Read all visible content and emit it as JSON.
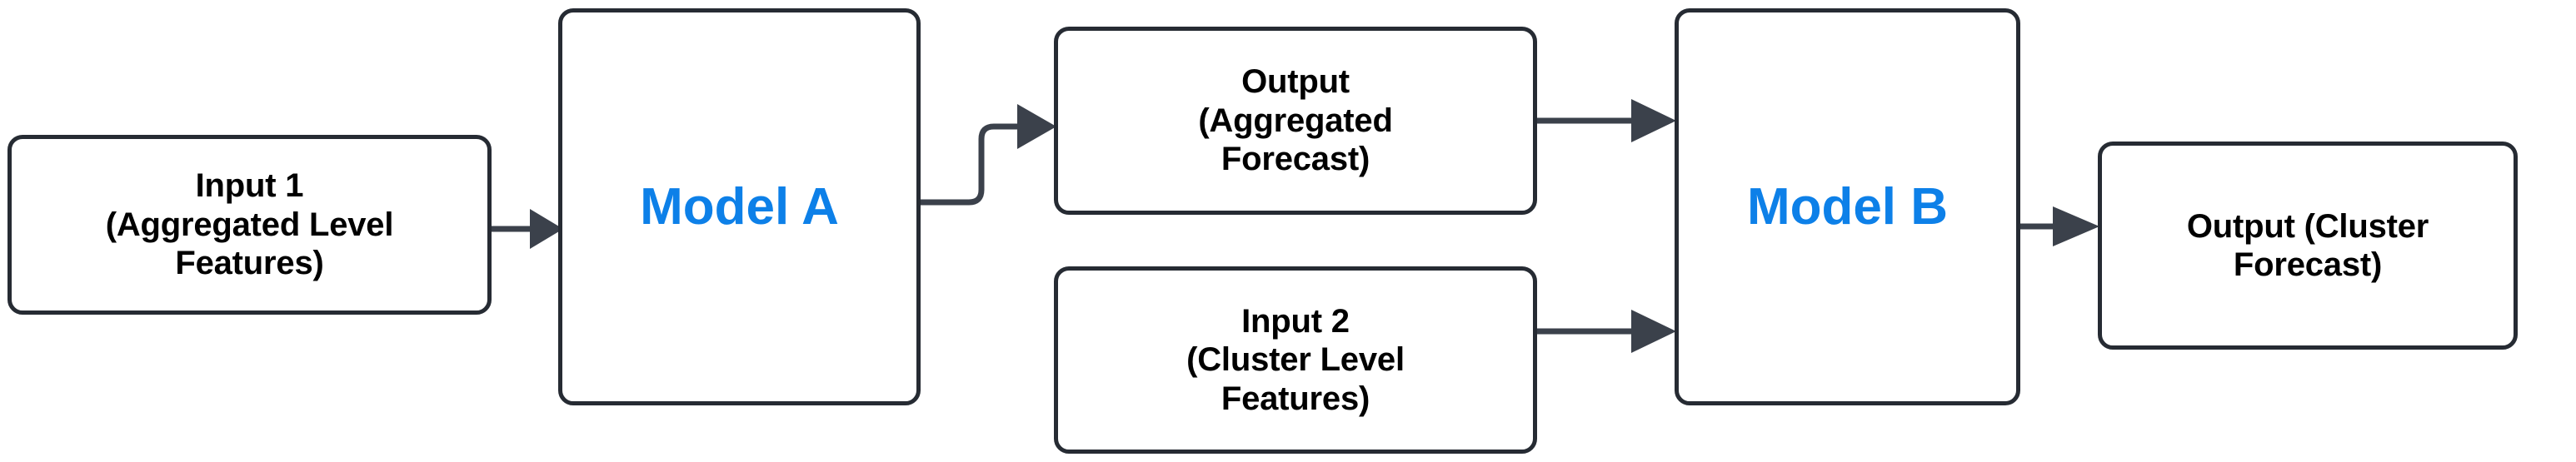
{
  "diagram": {
    "title": "Two-stage hierarchical forecasting model flow",
    "background_color": "#ffffff",
    "border_color": "#262b33",
    "edge_color": "#3b414b",
    "model_text_color": "#0d80e8",
    "io_text_color": "#000000"
  },
  "nodes": [
    {
      "id": "input-1",
      "kind": "io",
      "label": "Input 1\n(Aggregated Level\nFeatures)"
    },
    {
      "id": "model-a",
      "kind": "model",
      "label": "Model A"
    },
    {
      "id": "output-aggregated",
      "kind": "io",
      "label": "Output\n(Aggregated\nForecast)"
    },
    {
      "id": "input-2",
      "kind": "io",
      "label": "Input 2\n(Cluster Level\nFeatures)"
    },
    {
      "id": "model-b",
      "kind": "model",
      "label": "Model B"
    },
    {
      "id": "output-cluster",
      "kind": "io",
      "label": "Output (Cluster\nForecast)"
    }
  ],
  "edges": [
    {
      "id": "edge-input1-modela",
      "from": "input-1",
      "to": "model-a",
      "style": "straight-arrow"
    },
    {
      "id": "edge-modela-outagg",
      "from": "model-a",
      "to": "output-aggregated",
      "style": "elbow-arrow"
    },
    {
      "id": "edge-outagg-modelb",
      "from": "output-aggregated",
      "to": "model-b",
      "style": "straight-arrow"
    },
    {
      "id": "edge-input2-modelb",
      "from": "input-2",
      "to": "model-b",
      "style": "straight-arrow"
    },
    {
      "id": "edge-modelb-outclu",
      "from": "model-b",
      "to": "output-cluster",
      "style": "straight-arrow"
    }
  ]
}
